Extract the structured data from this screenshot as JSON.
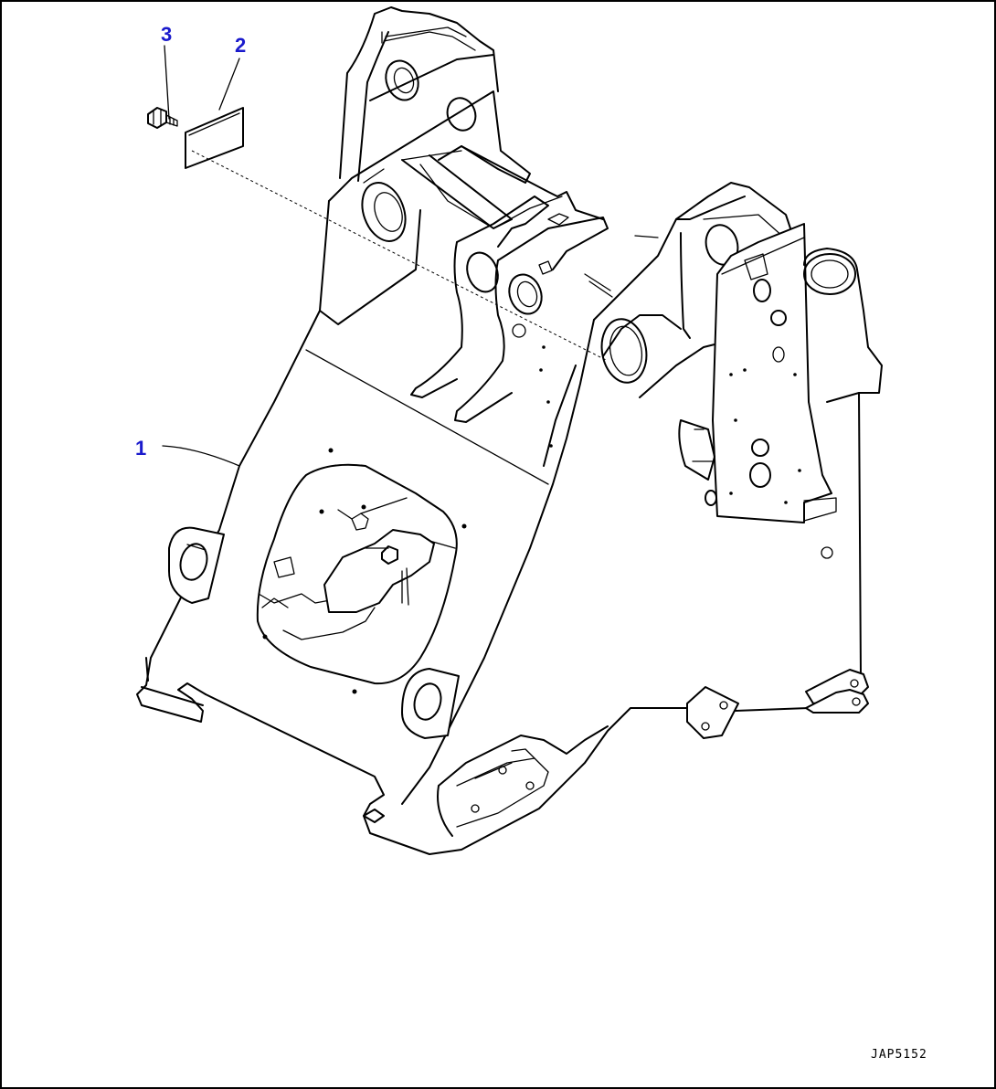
{
  "diagram": {
    "callouts": [
      {
        "id": "1",
        "label": "1",
        "part": "frame"
      },
      {
        "id": "2",
        "label": "2",
        "part": "plate"
      },
      {
        "id": "3",
        "label": "3",
        "part": "bolt"
      }
    ],
    "drawing_code": "JAP5152",
    "colors": {
      "callout_text": "#1a1acc",
      "line": "#000000",
      "background": "#ffffff"
    }
  }
}
